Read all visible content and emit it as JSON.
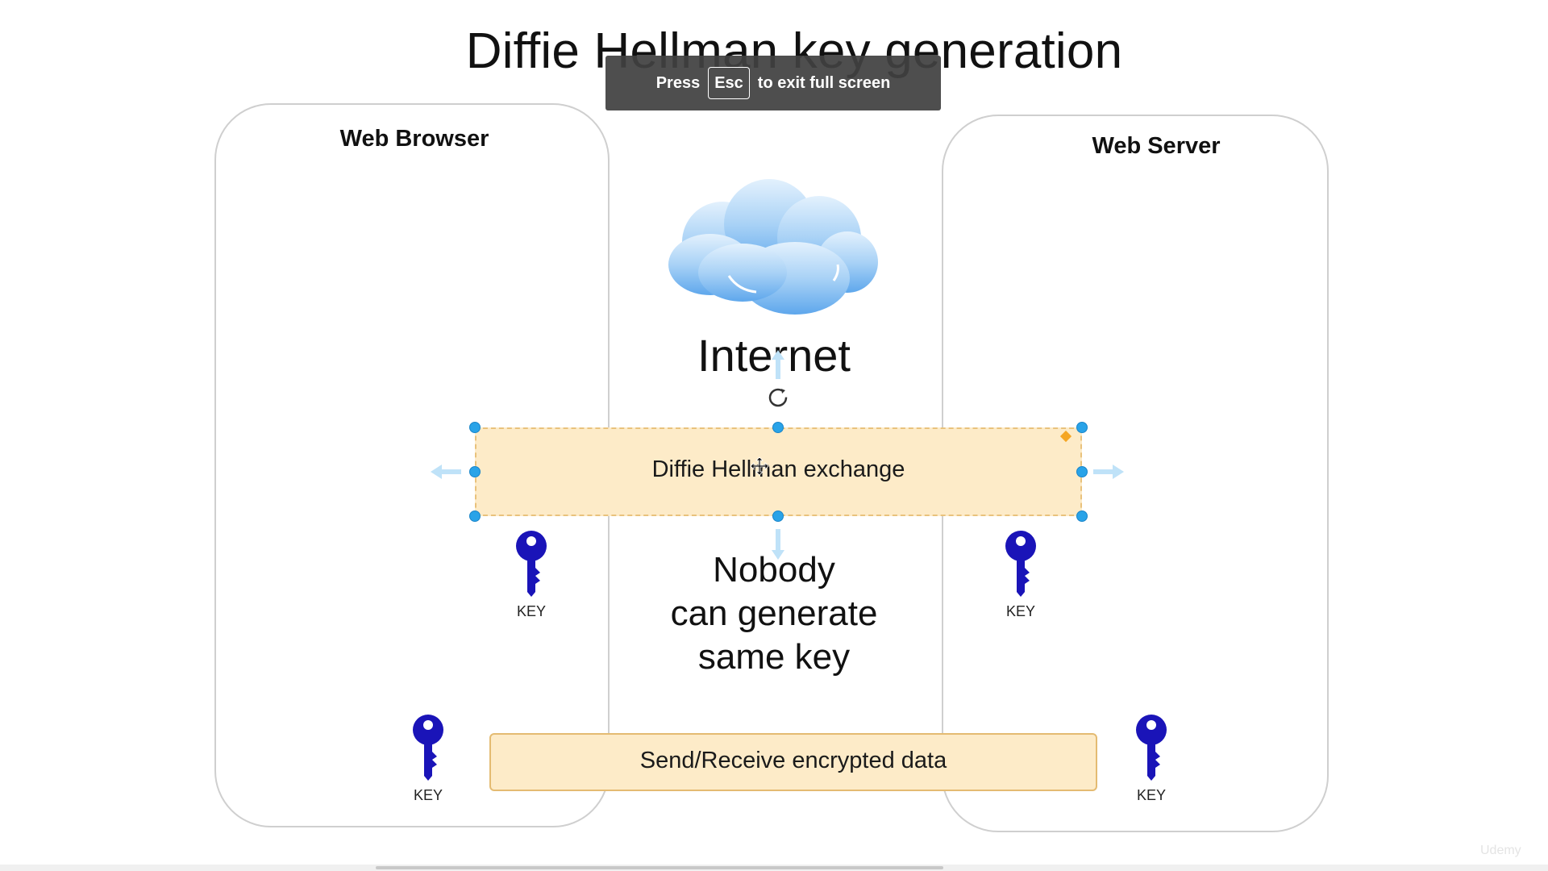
{
  "title": "Diffie Hellman key generation",
  "fullscreen_toast": {
    "press": "Press",
    "key": "Esc",
    "message": "to exit full screen"
  },
  "browser": {
    "title": "Web Browser"
  },
  "server": {
    "title": "Web Server"
  },
  "internet": {
    "label": "Internet",
    "icon": "cloud-icon"
  },
  "exchange": {
    "label": "Diffie Hellman exchange"
  },
  "nobody": {
    "line1": "Nobody",
    "line2": "can generate",
    "line3": "same key"
  },
  "send": {
    "label": "Send/Receive encrypted data"
  },
  "keys": {
    "label": "KEY",
    "color": "#1a14b8"
  },
  "colors": {
    "box_fill": "#fdebc8",
    "box_border": "#e4bb72",
    "selection_handle": "#29a3e8",
    "panel_border": "#cfcfcf"
  },
  "watermark": "Udemy"
}
